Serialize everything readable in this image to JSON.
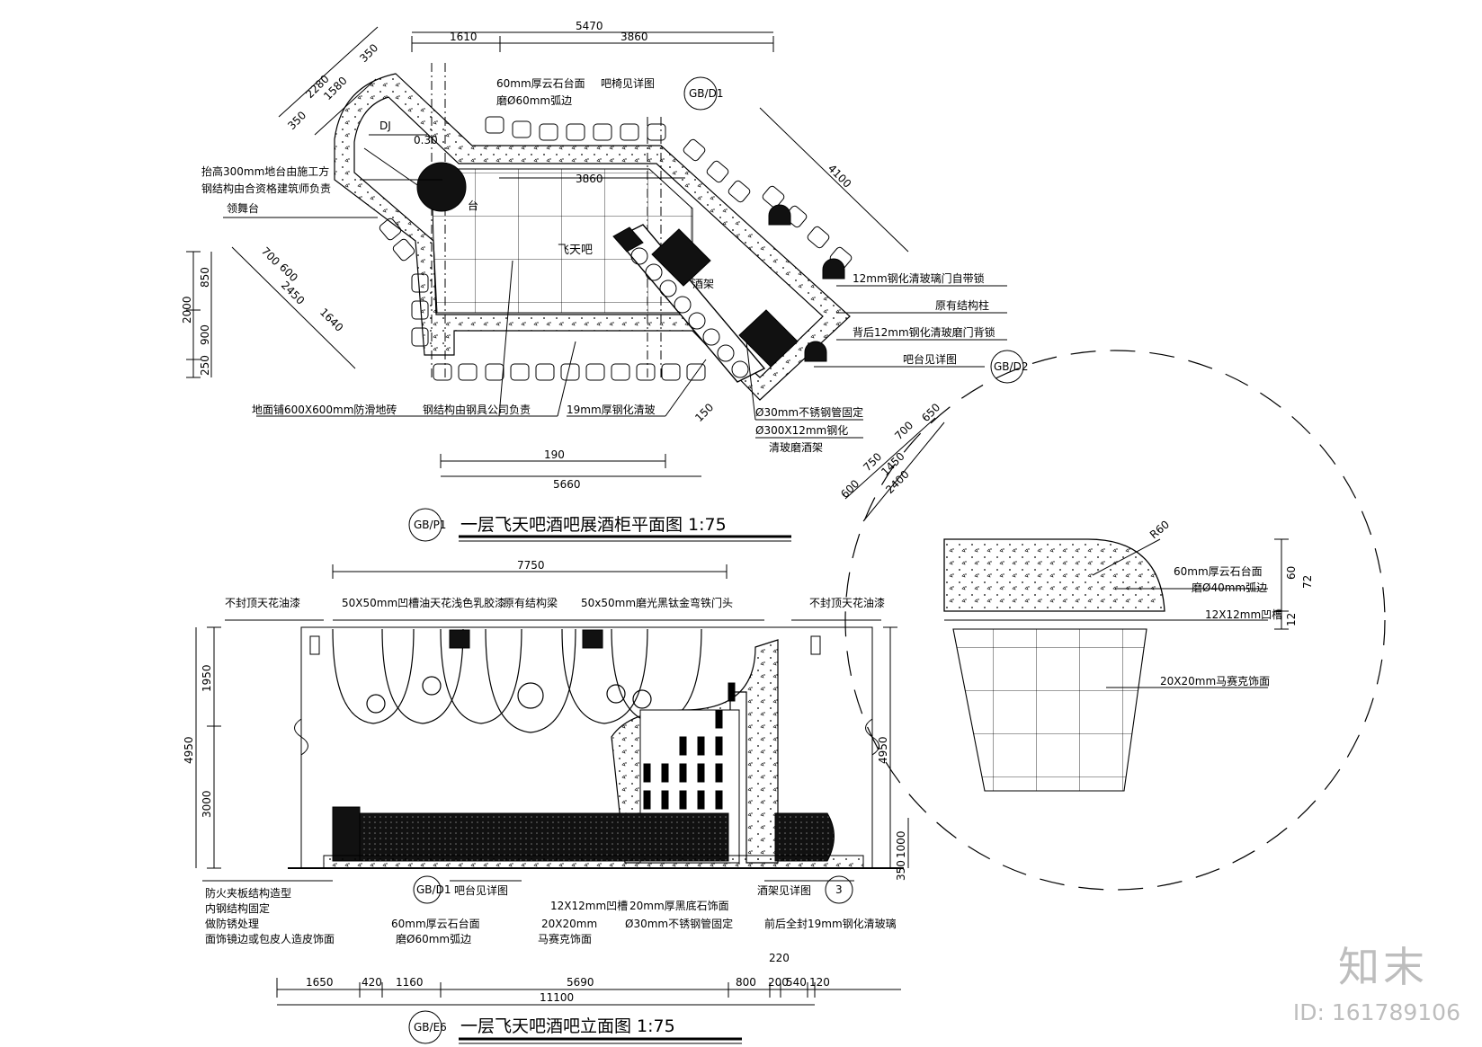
{
  "plan": {
    "title": "一层飞天吧酒吧展酒柜平面图 1:75",
    "tag": "GB/P1",
    "center_label": "飞天吧",
    "dj_label": "DJ",
    "stage_label": "台",
    "level_note": "0.30",
    "dims": {
      "top_total": "5470",
      "top_left": "1610",
      "top_right": "3860",
      "inner_width": "3860",
      "diag_a": "2280",
      "diag_b": "1580",
      "diag_c": "350",
      "diag_d": "350",
      "right_diag": "4100",
      "left_a": "700",
      "left_b": "600",
      "left_c": "2450",
      "left_d": "1640",
      "left_v_total": "2000",
      "left_v_a": "850",
      "left_v_b": "900",
      "left_v_c": "250",
      "bottom_a": "190",
      "bottom_total": "5660",
      "br_a": "150",
      "br_b": "750",
      "br_c": "700",
      "br_d": "650",
      "br_e": "600",
      "br_f": "1450",
      "br_total": "2400"
    },
    "notes": {
      "countertop": "60mm厚云石台面",
      "edge": "磨Ø60mm弧边",
      "bar_chair": "吧椅见详图",
      "bar_chair_ref": "GB/D1",
      "raise_1": "抬高300mm地台由施工方",
      "raise_2": "钢结构由合资格建筑师负责",
      "dance": "领舞台",
      "glass_door": "12mm钢化清玻璃门自带锁",
      "column": "原有结构柱",
      "back_door": "背后12mm钢化清玻磨门背锁",
      "bar_detail": "吧台见详图",
      "bar_detail_ref": "GB/D2",
      "floor": "地面铺600X600mm防滑地砖",
      "steel": "钢结构由钢具公司负责",
      "glass": "19mm厚钢化清玻",
      "pipe": "Ø30mm不锈钢管固定",
      "rack_1": "Ø300X12mm钢化",
      "rack_2": "清玻磨酒架",
      "wine": "酒架"
    }
  },
  "elevation": {
    "title": "一层飞天吧酒吧立面图 1:75",
    "tag": "GB/E6",
    "dims": {
      "top_total": "7750",
      "left_total": "4950",
      "left_upper": "1950",
      "left_lower": "3000",
      "right_total": "4950",
      "right_lower": "1000",
      "right_bottom": "350",
      "b1": "1650",
      "b2": "420",
      "b3": "1160",
      "b4": "5690",
      "b5": "800",
      "b6": "200",
      "b7": "540",
      "b8": "120",
      "b_top": "220",
      "b_total": "11100"
    },
    "notes": {
      "ceiling_left": "不封顶天花油漆",
      "groove": "50X50mm凹槽油天花浅色乳胶漆",
      "beam": "原有结构梁",
      "sheet": "50x50mm磨光黑钛金弯铁门头",
      "ceiling_right": "不封顶天花油漆",
      "fire_1": "防火夹板结构造型",
      "fire_2": "内钢结构固定",
      "fire_3": "做防锈处理",
      "fire_4": "面饰镜边或包皮人造皮饰面",
      "bar_detail": "吧台见详图",
      "bar_ref": "GB/D1",
      "countertop": "60mm厚云石台面",
      "edge": "磨Ø60mm弧边",
      "groove12": "12X12mm凹槽",
      "mosaic_1": "20X20mm",
      "mosaic_2": "马赛克饰面",
      "marble": "20mm厚黑底石饰面",
      "pipe": "Ø30mm不锈钢管固定",
      "wine_rack": "酒架见详图",
      "wine_ref": "3",
      "glass": "前后全封19mm钢化清玻璃"
    }
  },
  "detail": {
    "countertop": "60mm厚云石台面",
    "edge": "磨Ø40mm弧边",
    "groove": "12X12mm凹槽",
    "mosaic": "20X20mm马赛克饰面",
    "radius": "R60",
    "dim_a": "60",
    "dim_b": "72",
    "dim_c": "12"
  },
  "watermark": {
    "logo": "知末",
    "id": "ID: 161789106"
  }
}
